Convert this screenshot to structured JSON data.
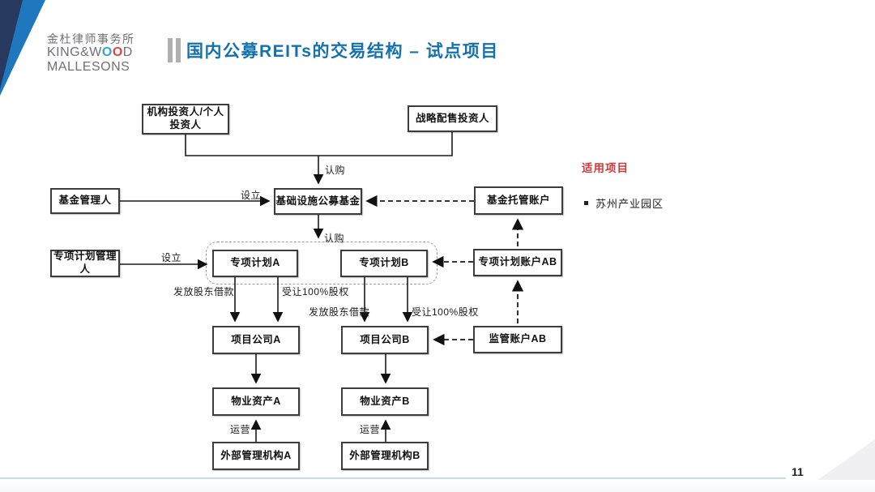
{
  "header": {
    "logo": {
      "cn": "金杜律师事务所",
      "en_line1_pre": "KING&W",
      "en_o1": "O",
      "en_o2": "O",
      "en_line1_post": "D",
      "en_line2": "MALLESONS"
    },
    "title": "国内公募REITs的交易结构 – 试点项目"
  },
  "diagram": {
    "nodes": {
      "investors": "机构投资人/个人\n投资人",
      "strategic": "战略配售投资人",
      "fund_manager": "基金管理人",
      "public_fund": "基础设施公募基金",
      "custody_account": "基金托管账户",
      "plan_manager": "专项计划管理人",
      "plan_a": "专项计划A",
      "plan_b": "专项计划B",
      "plan_account": "专项计划账户AB",
      "project_a": "项目公司A",
      "project_b": "项目公司B",
      "supervision_account": "监管账户AB",
      "property_a": "物业资产A",
      "property_b": "物业资产B",
      "ext_manager_a": "外部管理机构A",
      "ext_manager_b": "外部管理机构B"
    },
    "edge_labels": {
      "subscribe_top": "认购",
      "establish_fund": "设立",
      "subscribe_mid": "认购",
      "establish_plan": "设立",
      "loan_a": "发放股东借款",
      "equity_a": "受让100%股权",
      "loan_b": "发放股东借款",
      "equity_b": "受让100%股权",
      "operate_a": "运营",
      "operate_b": "运营"
    }
  },
  "side_panel": {
    "title": "适用项目",
    "bullet": "苏州产业园区"
  },
  "footer": {
    "page": "11"
  },
  "colors": {
    "title_blue": "#1371b0",
    "accent_red": "#cf3a36",
    "logo_navy": "#27395f",
    "logo_blue": "#1f78bd",
    "o_blue": "#2ca5dd",
    "o_red": "#e6403d"
  }
}
